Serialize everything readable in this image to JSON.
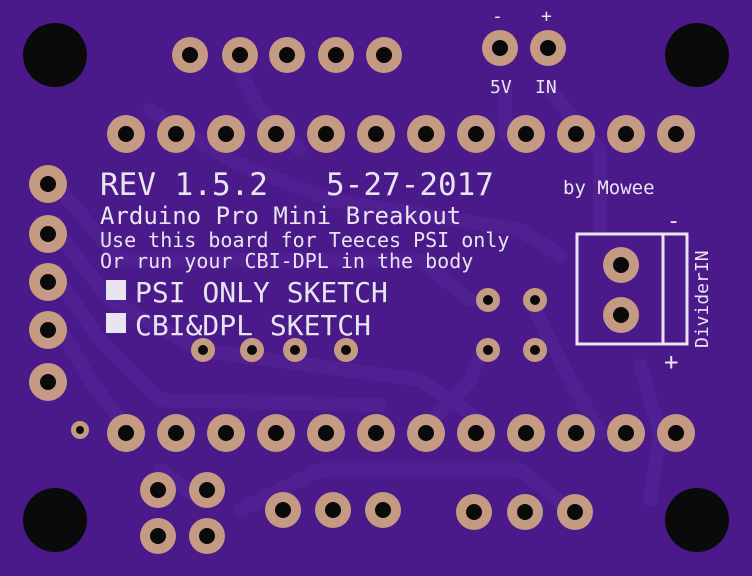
{
  "board": {
    "revision": "REV 1.5.2",
    "date": "5-27-2017",
    "author": "by Mowee",
    "title": "Arduino Pro Mini Breakout",
    "note_line_1": "Use this board for Teeces PSI only",
    "note_line_2": "Or run your CBI-DPL in the body",
    "option_psi": "PSI ONLY SKETCH",
    "option_cbi": "CBI&DPL SKETCH",
    "power_minus": "-",
    "power_plus": "+",
    "power_label_5v": "5V",
    "power_label_in": "IN",
    "divider_label": "DividerIN",
    "divider_minus": "-",
    "divider_plus": "+"
  },
  "colors": {
    "board": "#4a1a8a",
    "pad": "#c49a82",
    "hole": "#0a0a0a",
    "silkscreen": "#e8e4f0",
    "trace": "#56249a"
  }
}
